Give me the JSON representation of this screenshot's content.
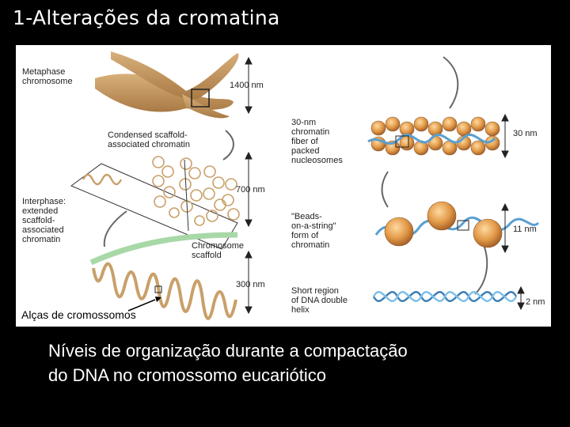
{
  "title": "1-Alterações da cromatina",
  "figure": {
    "labels": {
      "metaphase": "Metaphase\nchromosome",
      "condensed": "Condensed scaffold-\nassociated chromatin",
      "interphase": "Interphase:\nextended\nscaffold-\nassociated\nchromatin",
      "scaffold": "Chromosome\nscaffold",
      "fiber30": "30-nm\nchromatin\nfiber of\npacked\nnucleosomes",
      "beads": "\"Beads-\non-a-string\"\nform of\nchromatin",
      "dna": "Short region\nof DNA double\nhelix"
    },
    "measurements": {
      "m1400": "1400 nm",
      "m700": "700 nm",
      "m300": "300 nm",
      "m30": "30 nm",
      "m11": "11 nm",
      "m2": "2 nm"
    },
    "annotation": "Alças de cromossomos",
    "colors": {
      "chromatin": "#c9a06a",
      "nucleosome": "#e09a4a",
      "dna": "#5a9fd0",
      "scaffold": "#a8d8a8"
    }
  },
  "caption": "Níveis de organização durante a compactação\ndo DNA no  cromossomo eucariótico"
}
